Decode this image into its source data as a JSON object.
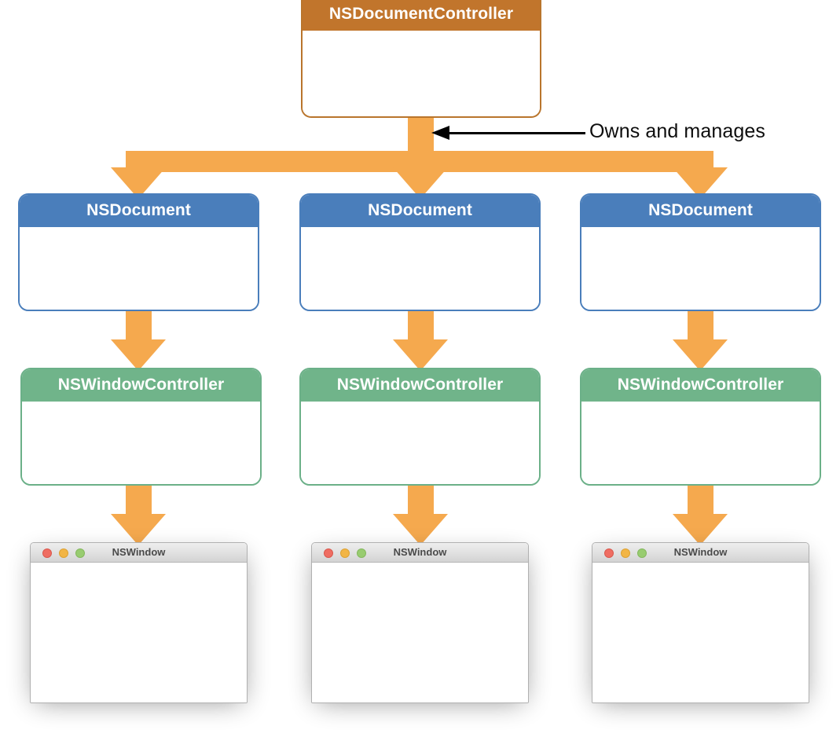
{
  "diagram": {
    "title": "NSDocument architecture - document controller owns documents which own window controllers which own windows",
    "colors": {
      "controller_header": "#c1752c",
      "document_header": "#4a7ebb",
      "window_controller_header": "#70b48a",
      "connector_orange": "#f5a94e",
      "callout_text": "#0d0d0d",
      "background": "#ffffff"
    },
    "root": {
      "label": "NSDocumentController"
    },
    "callout": {
      "label": "Owns and manages",
      "arrow_direction": "left"
    },
    "columns": [
      {
        "document": {
          "label": "NSDocument"
        },
        "window_controller": {
          "label": "NSWindowController"
        },
        "window": {
          "title": "NSWindow",
          "traffic_lights": [
            "close-red",
            "minimize-yellow",
            "zoom-green"
          ]
        }
      },
      {
        "document": {
          "label": "NSDocument"
        },
        "window_controller": {
          "label": "NSWindowController"
        },
        "window": {
          "title": "NSWindow",
          "traffic_lights": [
            "close-red",
            "minimize-yellow",
            "zoom-green"
          ]
        }
      },
      {
        "document": {
          "label": "NSDocument"
        },
        "window_controller": {
          "label": "NSWindowController"
        },
        "window": {
          "title": "NSWindow",
          "traffic_lights": [
            "close-red",
            "minimize-yellow",
            "zoom-green"
          ]
        }
      }
    ]
  }
}
